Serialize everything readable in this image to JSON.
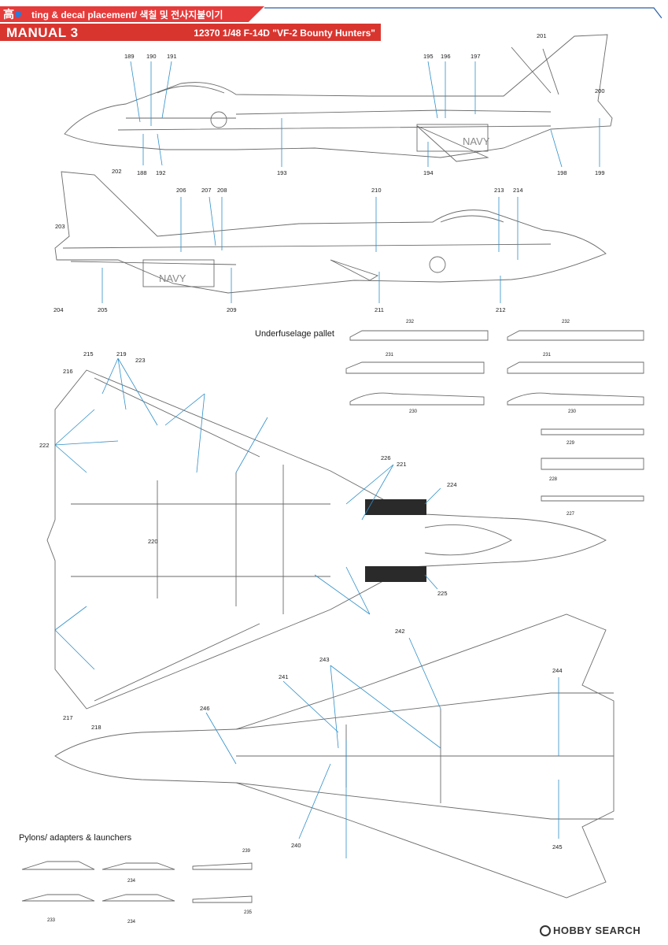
{
  "header": {
    "title": "ting & decal placement/ 색칠 및 전사지붙이기",
    "manual": "MANUAL 3",
    "kit": "12370 1/48 F-14D \"VF-2 Bounty Hunters\"",
    "logo_text": "高",
    "accent": "#e63b3b"
  },
  "sections": {
    "underfuselage": "Underfuselage pallet",
    "pylons": "Pylons/ adapters & launchers"
  },
  "callouts": {
    "side1": [
      "189",
      "190",
      "191",
      "195",
      "196",
      "197",
      "201",
      "200",
      "188",
      "192",
      "193",
      "194",
      "198",
      "199"
    ],
    "side2": [
      "202",
      "206",
      "207",
      "208",
      "210",
      "213",
      "214",
      "203",
      "204",
      "205",
      "209",
      "211",
      "212"
    ],
    "pallet": [
      "232",
      "232",
      "231",
      "231",
      "230",
      "230",
      "229",
      "228",
      "227"
    ],
    "top": [
      "215",
      "219",
      "223",
      "216",
      "222",
      "226",
      "221",
      "224",
      "225",
      "220",
      "242",
      "243",
      "241",
      "244",
      "245",
      "246",
      "240",
      "217",
      "218"
    ],
    "pylon": [
      "239",
      "234",
      "233",
      "234",
      "235"
    ]
  },
  "fuselage_text": "NAVY",
  "watermark": "HOBBY SEARCH",
  "colors": {
    "callout_line": "#2f8fc9",
    "line_art": "#6a6a6a",
    "decal_black": "#2a2a2a"
  }
}
